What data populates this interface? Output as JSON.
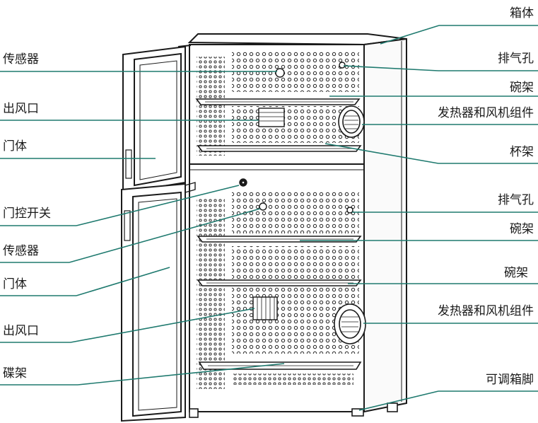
{
  "colors": {
    "leader": "#1f7a6f",
    "line": "#1a1a1a",
    "text": "#1a1a1a"
  },
  "labels_left": [
    {
      "name": "sensor-upper-label",
      "text": "传感器"
    },
    {
      "name": "air-outlet-upper-label",
      "text": "出风口"
    },
    {
      "name": "door-upper-label",
      "text": "门体"
    },
    {
      "name": "door-switch-label",
      "text": "门控开关"
    },
    {
      "name": "sensor-lower-label",
      "text": "传感器"
    },
    {
      "name": "door-lower-label",
      "text": "门体"
    },
    {
      "name": "air-outlet-lower-label",
      "text": "出风口"
    },
    {
      "name": "dish-rack-label",
      "text": "碟架"
    }
  ],
  "labels_right": [
    {
      "name": "cabinet-body-label",
      "text": "箱体"
    },
    {
      "name": "exhaust-hole-upper-label",
      "text": "排气孔"
    },
    {
      "name": "bowl-rack-upper-label",
      "text": "碗架"
    },
    {
      "name": "heater-fan-upper-label",
      "text": "发热器和风机组件"
    },
    {
      "name": "cup-rack-label",
      "text": "杯架"
    },
    {
      "name": "exhaust-hole-lower-label",
      "text": "排气孔"
    },
    {
      "name": "bowl-rack-middle-label",
      "text": "碗架"
    },
    {
      "name": "bowl-rack-lower-label",
      "text": "碗架"
    },
    {
      "name": "heater-fan-lower-label",
      "text": "发热器和风机组件"
    },
    {
      "name": "adjustable-foot-label",
      "text": "可调箱脚"
    }
  ]
}
